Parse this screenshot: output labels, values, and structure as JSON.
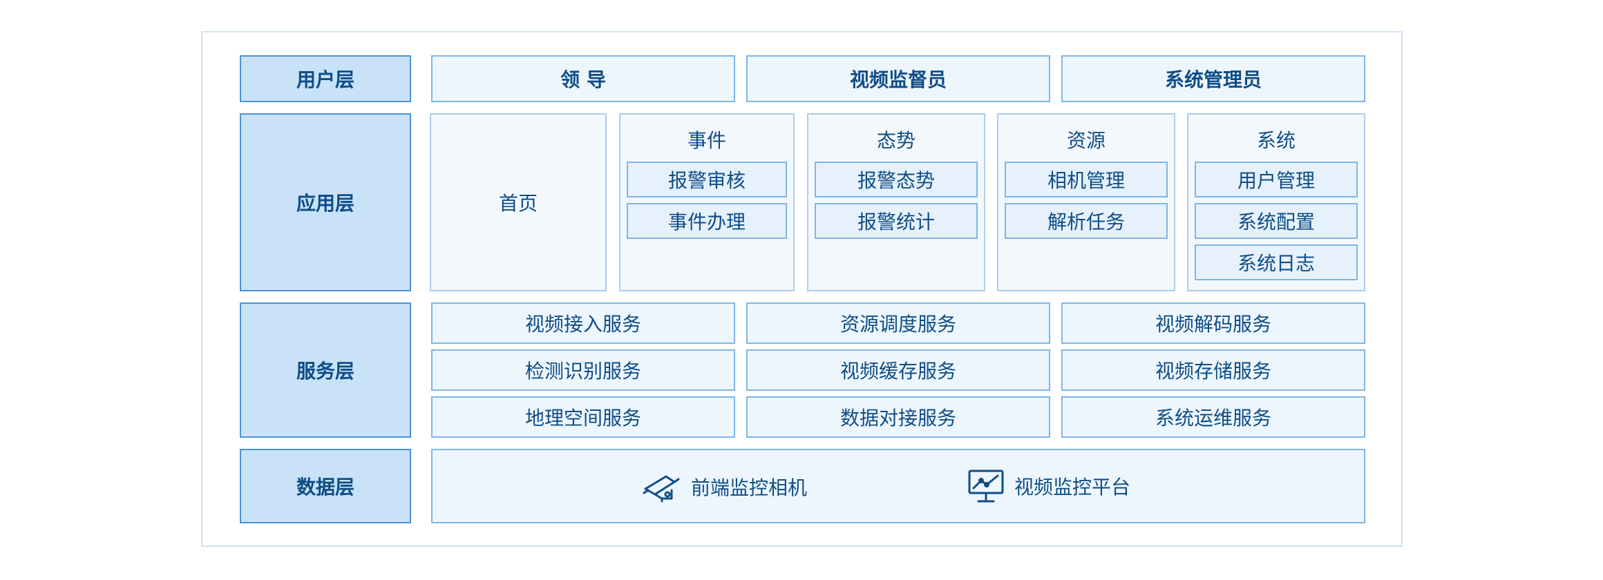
{
  "layers": {
    "user": "用户层",
    "app": "应用层",
    "service": "服务层",
    "data": "数据层"
  },
  "user_layer": [
    "领 导",
    "视频监督员",
    "系统管理员"
  ],
  "app_layer": {
    "home": "首页",
    "modules": [
      {
        "title": "事件",
        "items": [
          "报警审核",
          "事件办理"
        ]
      },
      {
        "title": "态势",
        "items": [
          "报警态势",
          "报警统计"
        ]
      },
      {
        "title": "资源",
        "items": [
          "相机管理",
          "解析任务"
        ]
      },
      {
        "title": "系统",
        "items": [
          "用户管理",
          "系统配置",
          "系统日志"
        ]
      }
    ]
  },
  "service_layer": [
    [
      "视频接入服务",
      "资源调度服务",
      "视频解码服务"
    ],
    [
      "检测识别服务",
      "视频缓存服务",
      "视频存储服务"
    ],
    [
      "地理空间服务",
      "数据对接服务",
      "系统运维服务"
    ]
  ],
  "data_layer": {
    "camera": {
      "label": "前端监控相机",
      "icon": "security-camera-icon"
    },
    "platform": {
      "label": "视频监控平台",
      "icon": "monitor-chart-icon"
    }
  },
  "colors": {
    "layer_fill": "#c9e2f8",
    "box_fill": "#eef6fd",
    "border": "#7fb5e6",
    "text": "#0e4d86"
  }
}
